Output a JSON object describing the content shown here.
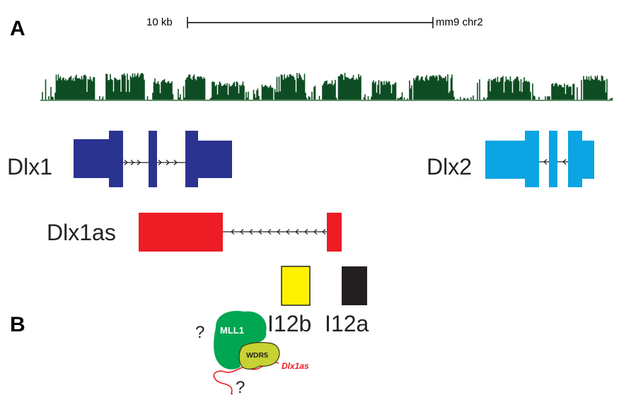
{
  "panels": {
    "a": "A",
    "b": "B"
  },
  "scale_bar": {
    "size_label": "10 kb",
    "assembly_label": "mm9 chr2"
  },
  "colors": {
    "conservation": "#0e4d23",
    "dlx1": "#2b3391",
    "dlx2": "#0aa5e2",
    "dlx1as": "#ee1c24",
    "i12b": "#fff200",
    "i12a": "#231f20",
    "mll1": "#00a651",
    "wdr5": "#c8d232",
    "rna": "#ee1c24"
  },
  "genes": [
    {
      "id": "dlx1",
      "label": "Dlx1",
      "strand": "+"
    },
    {
      "id": "dlx2",
      "label": "Dlx2",
      "strand": "-"
    },
    {
      "id": "dlx1as",
      "label": "Dlx1as",
      "strand": "-"
    }
  ],
  "elements": [
    {
      "id": "i12b",
      "label": "I12b"
    },
    {
      "id": "i12a",
      "label": "I12a"
    }
  ],
  "complex": {
    "mll1_label": "MLL1",
    "wdr5_label": "WDR5",
    "rna_label": "Dlx1as",
    "unknown_top": "?",
    "unknown_bottom": "?"
  }
}
